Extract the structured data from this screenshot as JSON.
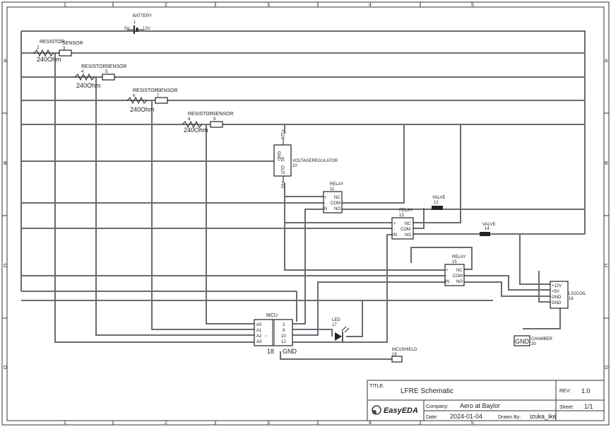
{
  "frame": {
    "col_numbers": [
      "1",
      "2",
      "3",
      "4",
      "5"
    ],
    "row_letters": [
      "A",
      "B",
      "C",
      "D"
    ]
  },
  "battery": {
    "name": "BATTERY",
    "ref": "1",
    "left": "0V",
    "right": "12V"
  },
  "sensor_pairs": [
    {
      "res_name": "RESISTOR",
      "res_ref": "2",
      "sen_name": "SENSOR",
      "sen_ref": "3",
      "value": "240Ohm"
    },
    {
      "res_name": "RESISTOR",
      "res_ref": "4",
      "sen_name": "SENSOR",
      "sen_ref": "5",
      "value": "240Ohm"
    },
    {
      "res_name": "RESISTOR",
      "res_ref": "6",
      "sen_name": "SENSOR",
      "sen_ref": "7",
      "value": "240Ohm"
    },
    {
      "res_name": "RESISTOR",
      "res_ref": "8",
      "sen_name": "SENSOR",
      "sen_ref": "9",
      "value": "240Ohm"
    }
  ],
  "regulator": {
    "name": "VOLTAGEREGULATOR",
    "ref": "10",
    "pin_in": "IN",
    "pin_out": "OUT",
    "pin_gnd": "GND",
    "v_in": "+12V",
    "v_out": "+5V"
  },
  "relays": [
    {
      "name": "RELAY",
      "ref": "11",
      "pins_left": [
        "+",
        "-",
        "IN"
      ],
      "pins_right": [
        "NC",
        "COM",
        "NO"
      ]
    },
    {
      "name": "RELAY",
      "ref": "13",
      "pins_left": [
        "+",
        "-",
        "IN"
      ],
      "pins_right": [
        "NC",
        "COM",
        "NO"
      ]
    },
    {
      "name": "RELAY",
      "ref": "15",
      "pins_left": [
        "+",
        "-",
        "IN"
      ],
      "pins_right": [
        "NC",
        "COM",
        "NO"
      ]
    }
  ],
  "valves": [
    {
      "name": "VALVE",
      "ref": "12"
    },
    {
      "name": "VALVE",
      "ref": "14"
    }
  ],
  "mcu": {
    "name": "MCU",
    "ref": "18",
    "gnd": "GND",
    "pins_left": [
      "A0",
      "A1",
      "A2",
      "A3"
    ],
    "pins_right": [
      "2",
      "9",
      "10",
      "12"
    ],
    "mark": "~"
  },
  "led": {
    "name": "LED",
    "ref": "17"
  },
  "mcushield": {
    "name": "MCUSHIELD",
    "ref": "19"
  },
  "coil": {
    "name": "LS2COIL",
    "ref": "16",
    "pins": [
      "+12V",
      "+5V",
      "GND",
      "GND"
    ]
  },
  "chamber": {
    "name": "CHAMBER",
    "ref": "20",
    "pin": "GND"
  },
  "title_block": {
    "title_label": "TITLE:",
    "title": "LFRE Schematic",
    "rev_label": "REV:",
    "rev": "1.0",
    "company_label": "Company:",
    "company": "Aero at Baylor",
    "sheet_label": "Sheet:",
    "sheet": "1/1",
    "date_label": "Date:",
    "date": "2024-01-04",
    "drawn_label": "Drawn By:",
    "drawn": "izuka_ike",
    "logo": "EasyEDA"
  }
}
